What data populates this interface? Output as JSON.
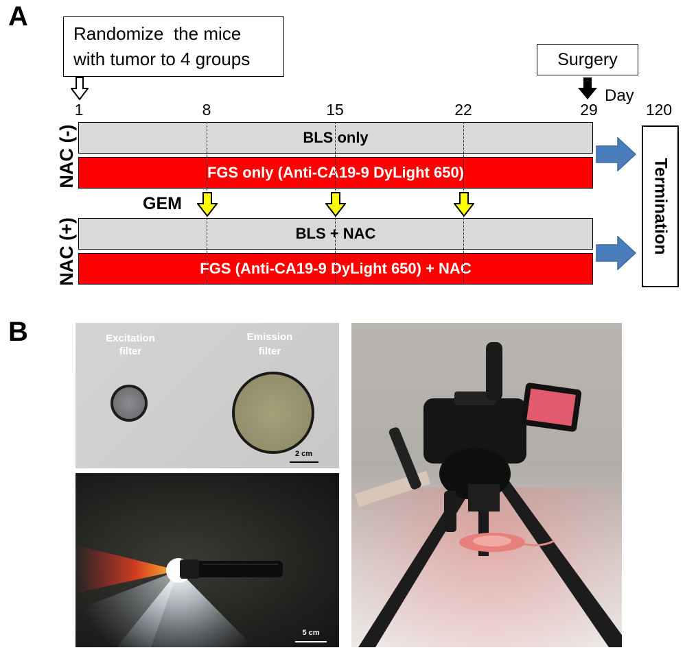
{
  "panel_a": {
    "letter": "A",
    "randomize_line1": "Randomize  the mice",
    "randomize_line2": "with tumor to 4 groups",
    "surgery": "Surgery",
    "day_label": "Day",
    "days": [
      "1",
      "8",
      "15",
      "22",
      "29",
      "120"
    ],
    "nac_minus": "NAC (-)",
    "nac_plus": "NAC (+)",
    "gem": "GEM",
    "bars": [
      "BLS only",
      "FGS only (Anti-CA19-9 DyLight 650)",
      "BLS + NAC",
      "FGS (Anti-CA19-9 DyLight 650) + NAC"
    ],
    "termination": "Termination",
    "colors": {
      "gray_bar": "#d9d9d9",
      "red_bar": "#ff0000",
      "gem_arrow": "#ffff00",
      "result_arrow": "#4a7ebb"
    }
  },
  "panel_b": {
    "letter": "B",
    "excitation_line1": "Excitation",
    "excitation_line2": "filter",
    "emission_line1": "Emission",
    "emission_line2": "filter",
    "scale_filters": "2 cm",
    "scale_flashlight": "5 cm"
  }
}
